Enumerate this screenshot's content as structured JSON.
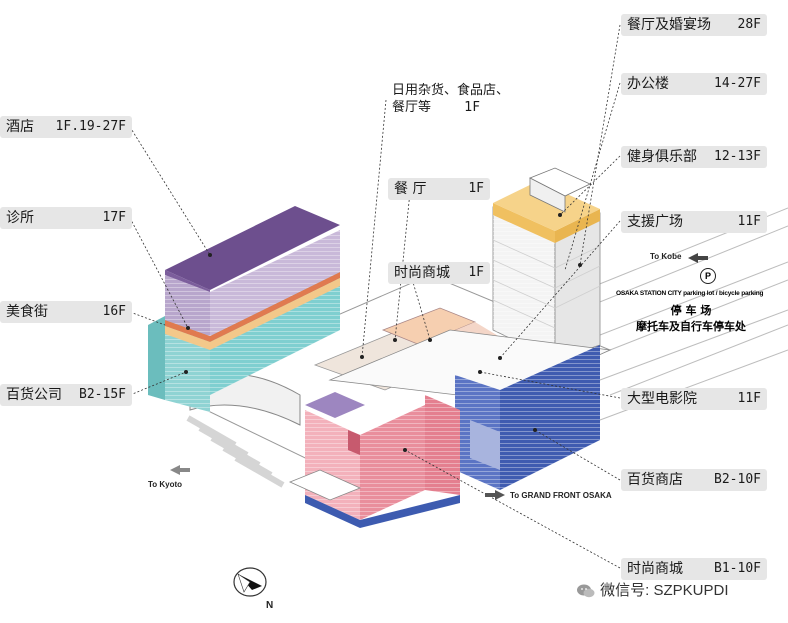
{
  "labels": {
    "hotel": {
      "name": "酒店",
      "floor": "1F.19-27F"
    },
    "clinic": {
      "name": "诊所",
      "floor": "17F"
    },
    "food_street": {
      "name": "美食街",
      "floor": "16F"
    },
    "dept_store_left": {
      "name": "百货公司",
      "floor": "B2-15F"
    },
    "daily_goods_line1": "日用杂货、食品店、",
    "daily_goods_line2": "餐厅等",
    "daily_goods_floor": "1F",
    "restaurant": {
      "name": "餐  厅",
      "floor": "1F"
    },
    "fashion_mall_1f": {
      "name": "时尚商城",
      "floor": "1F"
    },
    "banquet": {
      "name": "餐厅及婚宴场",
      "floor": "28F"
    },
    "office": {
      "name": "办公楼",
      "floor": "14-27F"
    },
    "fitness": {
      "name": "健身俱乐部",
      "floor": "12-13F"
    },
    "plaza": {
      "name": "支援广场",
      "floor": "11F"
    },
    "cinema": {
      "name": "大型电影院",
      "floor": "11F"
    },
    "dept_store_right": {
      "name": "百货商店",
      "floor": "B2-10F"
    },
    "fashion_mall": {
      "name": "时尚商城",
      "floor": "B1-10F"
    }
  },
  "signs": {
    "to_kobe": "To Kobe",
    "to_kyoto": "To Kyoto",
    "to_grand_front": "To GRAND FRONT OSAKA",
    "parking_symbol": "P",
    "parking_title": "OSAKA STATION CITY parking lot / bicycle parking",
    "parking_line1": "停 车 场",
    "parking_line2": "摩托车及自行车停车处"
  },
  "watermark": "微信号: SZPKUPDI",
  "colors": {
    "purple": "#8a6fa8",
    "lilac": "#b8a6cc",
    "teal": "#7fcfd0",
    "pink": "#f0a9b4",
    "blue": "#4a66b8",
    "orange": "#f3c36e",
    "peach": "#f6cfb0",
    "green": "#6cc36a",
    "label_bg": "#e6e6e6"
  }
}
